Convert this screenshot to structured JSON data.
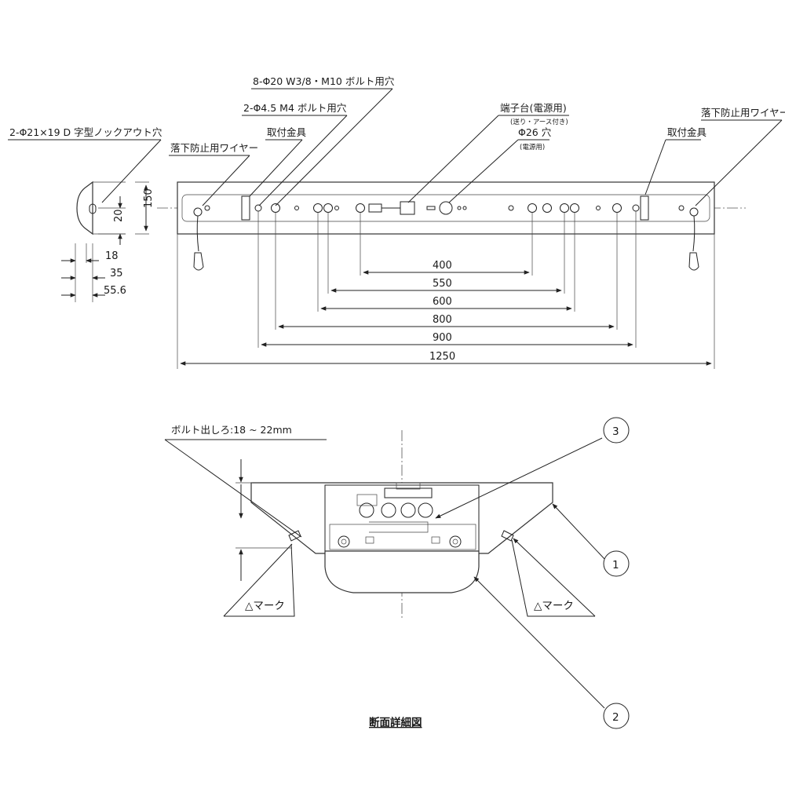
{
  "top_view": {
    "labels": {
      "bolt_holes": "8-Φ20 W3/8・M10 ボルト用穴",
      "m4_holes": "2-Φ4.5 M4 ボルト用穴",
      "knockout": "2-Φ21×19 D 字型ノックアウト穴",
      "fixture_left": "取付金具",
      "wire_left": "落下防止用ワイヤー",
      "terminal": "端子台(電源用)",
      "terminal_sub": "(送り・アース付き)",
      "phi26": "Φ26 穴",
      "phi26_sub": "(電源用)",
      "fixture_right": "取付金具",
      "wire_right": "落下防止用ワイヤー"
    },
    "side_dims": {
      "h150": "150",
      "h20": "20",
      "d18": "18",
      "d35": "35",
      "d556": "55.6"
    },
    "span_dims": [
      "400",
      "550",
      "600",
      "800",
      "900",
      "1250"
    ]
  },
  "section_view": {
    "bolt_protrusion": "ボルト出しろ:18 ~ 22mm",
    "mark_left": "△マーク",
    "mark_right": "△マーク",
    "callout_1": "1",
    "callout_2": "2",
    "callout_3": "3",
    "title": "断面詳細図"
  }
}
